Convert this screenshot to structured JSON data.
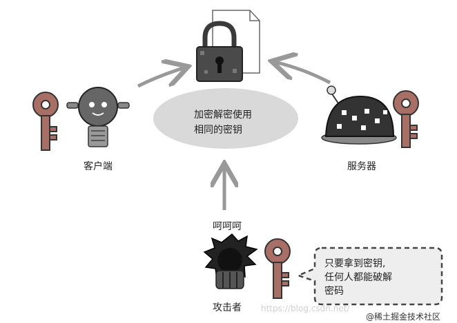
{
  "center_text": {
    "line1": "加密解密使用",
    "line2": "相同的密钥"
  },
  "labels": {
    "client": "客户端",
    "server": "服务器",
    "attacker": "攻击者",
    "laugh": "呵呵呵"
  },
  "bubble": {
    "line1": "只要拿到密钥,",
    "line2": "任何人都能破解",
    "line3": "密码"
  },
  "watermarks": {
    "url": "https://blog.csdn.net/",
    "community": "@稀土掘金技术社区"
  },
  "colors": {
    "ellipse": "#d9d9d9",
    "key": "#a86f66",
    "lock": "#444444",
    "arrow": "#999999",
    "bubble_fill": "#eeeeee"
  }
}
